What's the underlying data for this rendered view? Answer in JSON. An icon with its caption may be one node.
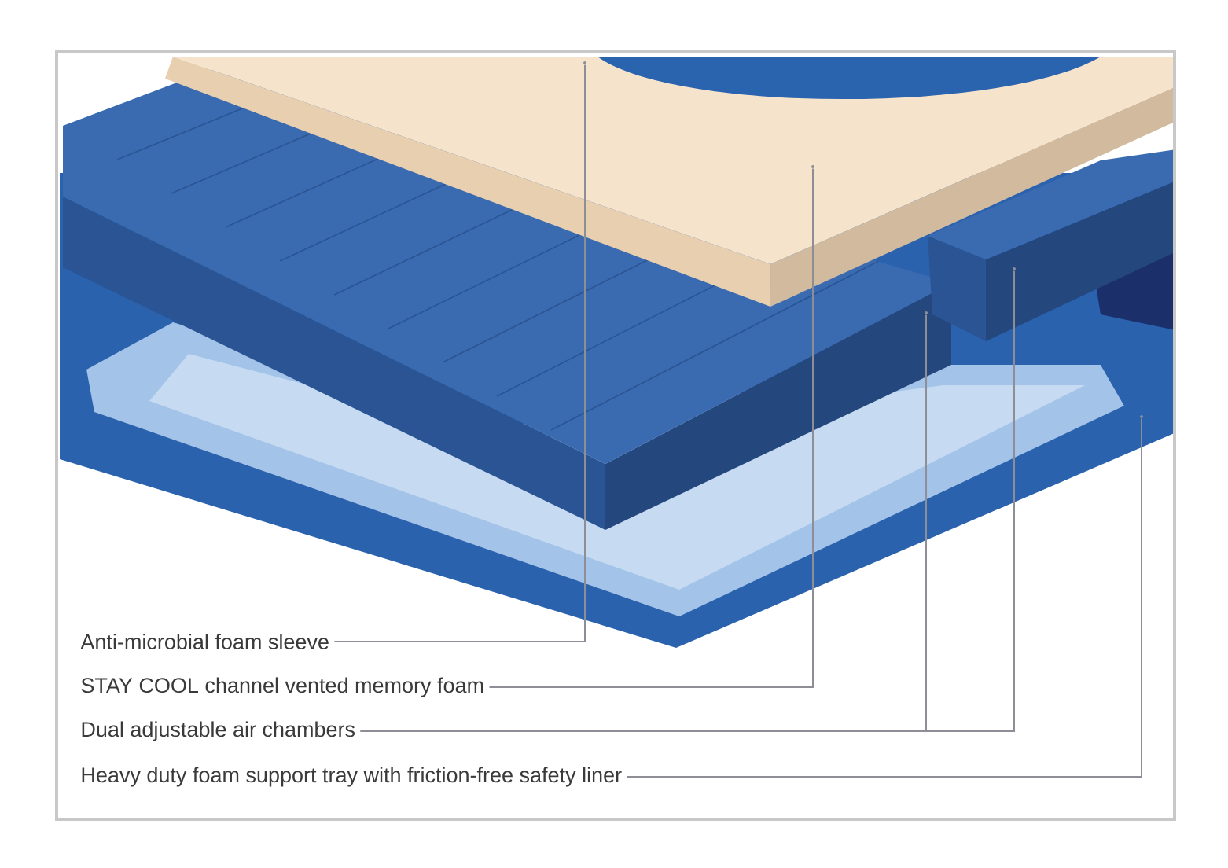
{
  "diagram": {
    "nodes": [
      {
        "text": [
          "Anti-microbial foam sleeve"
        ]
      },
      {
        "text": [
          "STAY COOL channel vented memory foam"
        ]
      },
      {
        "text": [
          "Dual adjustable air chambers"
        ]
      },
      {
        "text": [
          "Heavy duty foam support tray with friction-free safety liner"
        ]
      },
      {
        "text": [],
        "shape": "picture"
      },
      {
        "text": [],
        "shape": "picture"
      },
      {
        "text": [],
        "shape": "picture"
      },
      {
        "text": [],
        "shape": "picture"
      },
      {
        "text": [],
        "shape": "picture"
      }
    ],
    "edges": [
      {
        "from": 0,
        "to": 4,
        "arrow": "none"
      },
      {
        "from": 1,
        "to": 5,
        "arrow": "none"
      },
      {
        "from": 2,
        "to": 6,
        "arrow": "none"
      },
      {
        "from": 2,
        "to": 7,
        "arrow": "none"
      },
      {
        "from": 3,
        "to": 8,
        "arrow": "none"
      }
    ]
  }
}
